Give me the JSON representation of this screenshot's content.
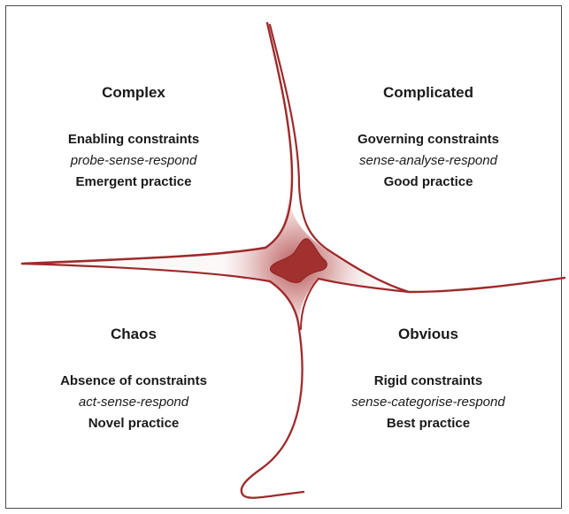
{
  "quadrants": {
    "complex": {
      "title": "Complex",
      "constraints": "Enabling constraints",
      "approach": "probe-sense-respond",
      "practice": "Emergent practice"
    },
    "complicated": {
      "title": "Complicated",
      "constraints": "Governing constraints",
      "approach": "sense-analyse-respond",
      "practice": "Good practice"
    },
    "chaos": {
      "title": "Chaos",
      "constraints": "Absence of constraints",
      "approach": "act-sense-respond",
      "practice": "Novel practice"
    },
    "obvious": {
      "title": "Obvious",
      "constraints": "Rigid constraints",
      "approach": "sense-categorise-respond",
      "practice": "Best practice"
    }
  },
  "colors": {
    "line": "#9e2a2b",
    "center_fill": "#a83a3a",
    "fill_light": "#f3d9d9",
    "text": "#1a1a1a"
  }
}
